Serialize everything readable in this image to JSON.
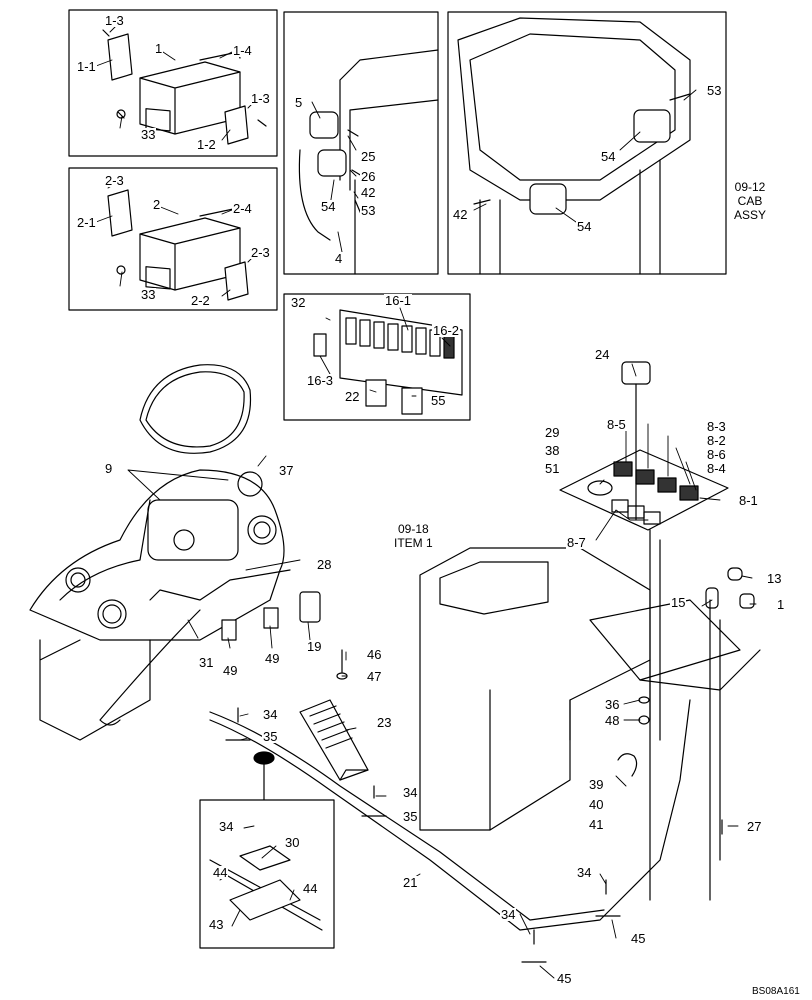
{
  "drawing_code": "BS08A161",
  "references": {
    "cab_assy": "09-12\nCAB\nASSY",
    "item_1": "09-18\nITEM 1"
  },
  "callouts": {
    "c1_3a": "1-3",
    "c1_1": "1-1",
    "c1": "1",
    "c1_4": "1-4",
    "c1_3b": "1-3",
    "c1_2": "1-2",
    "c33a": "33",
    "c2_3a": "2-3",
    "c2_1": "2-1",
    "c2": "2",
    "c2_4": "2-4",
    "c2_3b": "2-3",
    "c2_2": "2-2",
    "c33b": "33",
    "c5": "5",
    "c25": "25",
    "c26": "26",
    "c42a": "42",
    "c53a": "53",
    "c54a": "54",
    "c4": "4",
    "c53b": "53",
    "c54b": "54",
    "c42b": "42",
    "c54c": "54",
    "c32": "32",
    "c16_1": "16-1",
    "c16_2": "16-2",
    "c16_3": "16-3",
    "c22": "22",
    "c55": "55",
    "c24": "24",
    "c29": "29",
    "c38": "38",
    "c51": "51",
    "c8_5": "8-5",
    "c8_3": "8-3",
    "c8_2": "8-2",
    "c8_6": "8-6",
    "c8_4": "8-4",
    "c8_1": "8-1",
    "c8_7": "8-7",
    "c9": "9",
    "c37": "37",
    "c28": "28",
    "c31": "31",
    "c49a": "49",
    "c49b": "49",
    "c19": "19",
    "c46": "46",
    "c47": "47",
    "c23": "23",
    "c13": "13",
    "c15": "15",
    "c1r": "1",
    "c36": "36",
    "c48": "48",
    "c39": "39",
    "c40": "40",
    "c41": "41",
    "c27": "27",
    "c34a": "34",
    "c35a": "35",
    "c34b": "34",
    "c35b": "35",
    "c21": "21",
    "c34c": "34",
    "c30": "30",
    "c44a": "44",
    "c44b": "44",
    "c43": "43",
    "c34d": "34",
    "c34e": "34",
    "c45a": "45",
    "c45b": "45"
  }
}
